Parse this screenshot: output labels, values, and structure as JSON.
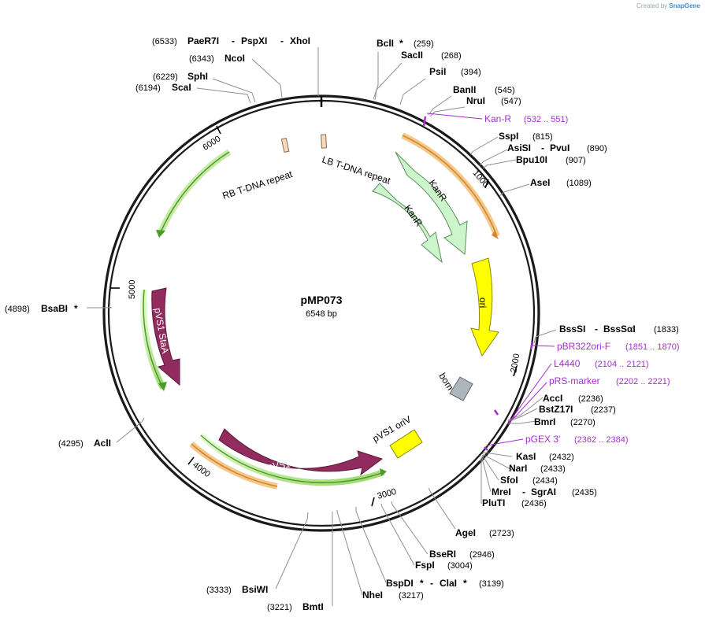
{
  "watermark": {
    "created_by": "Created by",
    "brand": "SnapGene"
  },
  "plasmid": {
    "name": "pMP073",
    "size": "6548 bp"
  },
  "ticks": [
    "1000",
    "2000",
    "3000",
    "4000",
    "5000",
    "6000"
  ],
  "sites": [
    {
      "pos": "(6533)",
      "names": [
        {
          "t": "PaeR7I",
          "star": false
        },
        {
          "t": "PspXI",
          "star": false
        },
        {
          "t": "XhoI",
          "star": false
        }
      ]
    },
    {
      "pos": "(6343)",
      "names": [
        {
          "t": "NcoI",
          "star": false
        }
      ]
    },
    {
      "pos": "(6229)",
      "names": [
        {
          "t": "SphI",
          "star": false
        }
      ]
    },
    {
      "pos": "(6194)",
      "names": [
        {
          "t": "ScaI",
          "star": false
        }
      ]
    },
    {
      "pos": "(259)",
      "names": [
        {
          "t": "BclI",
          "star": true
        }
      ]
    },
    {
      "pos": "(268)",
      "names": [
        {
          "t": "SacII",
          "star": false
        }
      ]
    },
    {
      "pos": "(394)",
      "names": [
        {
          "t": "PsiI",
          "star": false
        }
      ]
    },
    {
      "pos": "(545)",
      "names": [
        {
          "t": "BanII",
          "star": false
        }
      ]
    },
    {
      "pos": "(547)",
      "names": [
        {
          "t": "NruI",
          "star": false
        }
      ]
    },
    {
      "pos": "(815)",
      "names": [
        {
          "t": "SspI",
          "star": false
        }
      ]
    },
    {
      "pos": "(890)",
      "names": [
        {
          "t": "AsiSI",
          "star": false
        },
        {
          "t": "PvuI",
          "star": false
        }
      ]
    },
    {
      "pos": "(907)",
      "names": [
        {
          "t": "Bpu10I",
          "star": false
        }
      ]
    },
    {
      "pos": "(1089)",
      "names": [
        {
          "t": "AseI",
          "star": false
        }
      ]
    },
    {
      "pos": "(1833)",
      "names": [
        {
          "t": "BssSI",
          "star": false
        },
        {
          "t": "BssSαI",
          "star": false
        }
      ]
    },
    {
      "pos": "(2236)",
      "names": [
        {
          "t": "AccI",
          "star": false
        }
      ]
    },
    {
      "pos": "(2237)",
      "names": [
        {
          "t": "BstZ17I",
          "star": false
        }
      ]
    },
    {
      "pos": "(2270)",
      "names": [
        {
          "t": "BmrI",
          "star": false
        }
      ]
    },
    {
      "pos": "(2432)",
      "names": [
        {
          "t": "KasI",
          "star": false
        }
      ]
    },
    {
      "pos": "(2433)",
      "names": [
        {
          "t": "NarI",
          "star": false
        }
      ]
    },
    {
      "pos": "(2434)",
      "names": [
        {
          "t": "SfoI",
          "star": false
        }
      ]
    },
    {
      "pos": "(2435)",
      "names": [
        {
          "t": "MreI",
          "star": false
        },
        {
          "t": "SgrAI",
          "star": false
        }
      ]
    },
    {
      "pos": "(2436)",
      "names": [
        {
          "t": "PluTI",
          "star": false
        }
      ]
    },
    {
      "pos": "(2723)",
      "names": [
        {
          "t": "AgeI",
          "star": false
        }
      ]
    },
    {
      "pos": "(2946)",
      "names": [
        {
          "t": "BseRI",
          "star": false
        }
      ]
    },
    {
      "pos": "(3004)",
      "names": [
        {
          "t": "FspI",
          "star": false
        }
      ]
    },
    {
      "pos": "(3139)",
      "names": [
        {
          "t": "BspDI",
          "star": true
        },
        {
          "t": "ClaI",
          "star": true
        }
      ]
    },
    {
      "pos": "(3217)",
      "names": [
        {
          "t": "NheI",
          "star": false
        }
      ]
    },
    {
      "pos": "(3221)",
      "names": [
        {
          "t": "BmtI",
          "star": false
        }
      ]
    },
    {
      "pos": "(3333)",
      "names": [
        {
          "t": "BsiWI",
          "star": false
        }
      ]
    },
    {
      "pos": "(4295)",
      "names": [
        {
          "t": "AclI",
          "star": false
        }
      ]
    },
    {
      "pos": "(4898)",
      "names": [
        {
          "t": "BsaBI",
          "star": true
        }
      ]
    }
  ],
  "primers": [
    {
      "name": "Kan-R",
      "range": "(532 .. 551)"
    },
    {
      "name": "pBR322ori-F",
      "range": "(1851 .. 1870)"
    },
    {
      "name": "L4440",
      "range": "(2104 .. 2121)"
    },
    {
      "name": "pRS-marker",
      "range": "(2202 .. 2221)"
    },
    {
      "name": "pGEX 3'",
      "range": "(2362 .. 2384)"
    }
  ],
  "features": [
    {
      "name": "LB T-DNA repeat",
      "color": "#f5d9c1"
    },
    {
      "name": "RB T-DNA repeat",
      "color": "#f5d9c1"
    },
    {
      "name": "KanR",
      "color": "#ccf5cc"
    },
    {
      "name": "KanR",
      "color": "#ccf5cc"
    },
    {
      "name": "ori",
      "color": "#ffff00"
    },
    {
      "name": "bom",
      "color": "#aeb5bb"
    },
    {
      "name": "pVS1 oriV",
      "color": "#ffff00"
    },
    {
      "name": "pVS1 RepA",
      "color": "#922c5e"
    },
    {
      "name": "pVS1 StaA",
      "color": "#922c5e"
    }
  ],
  "colors": {
    "backbone": "#1a1a1a",
    "primer": "#a52ecf",
    "orange_arrow": "#e59a24",
    "green_arrow": "#5fa733",
    "leader_line": "#888888"
  }
}
